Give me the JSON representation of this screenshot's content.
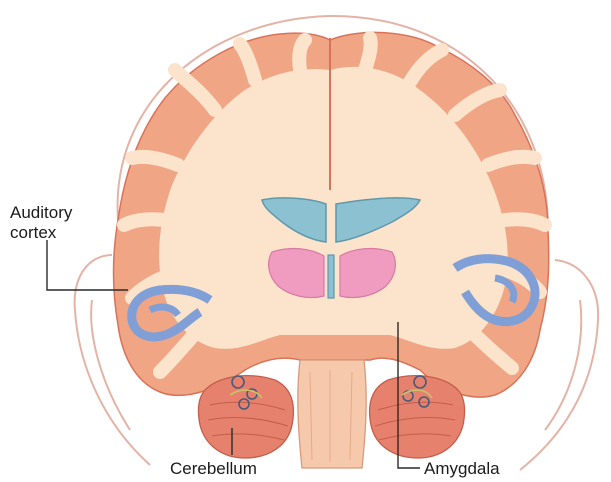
{
  "labels": {
    "auditory_line1": "Auditory",
    "auditory_line2": "cortex",
    "cerebellum": "Cerebellum",
    "amygdala": "Amygdala"
  },
  "colors": {
    "cortex": "#f0a585",
    "cortex_outline": "#d8735a",
    "white_matter": "#fbe3cc",
    "auditory_cortex": "#7f9fd6",
    "ventricle": "#8cc1d2",
    "thalamus": "#ef9cc0",
    "cerebellum": "#e5816c",
    "skull_outline": "#e4b3a6"
  }
}
